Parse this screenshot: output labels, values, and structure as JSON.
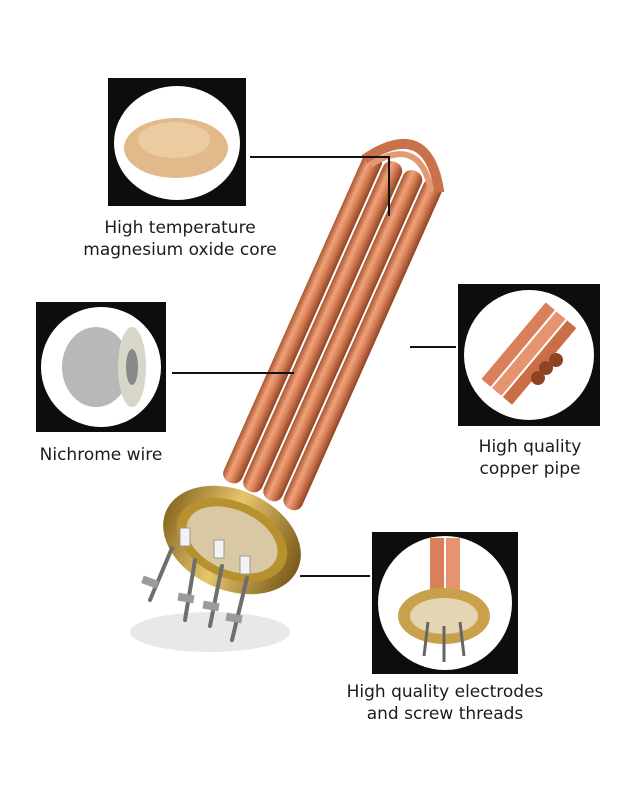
{
  "callouts": {
    "magnesium_oxide": {
      "line1": "High temperature",
      "line2": "magnesium oxide core"
    },
    "nichrome": {
      "line1": "Nichrome wire"
    },
    "copper_pipe": {
      "line1": "High quality",
      "line2": "copper pipe"
    },
    "electrodes": {
      "line1": "High quality electrodes",
      "line2": "and screw threads"
    }
  },
  "colors": {
    "frame_bg": "#0d0d0d",
    "copper": "#d9805a",
    "brass": "#c9a14a",
    "powder": "#e2b98a",
    "wire": "#b8b8b8"
  },
  "icons": [
    "heating-element-image",
    "powder-image",
    "wire-spool-image",
    "copper-tubes-image",
    "electrode-closeup-image"
  ]
}
